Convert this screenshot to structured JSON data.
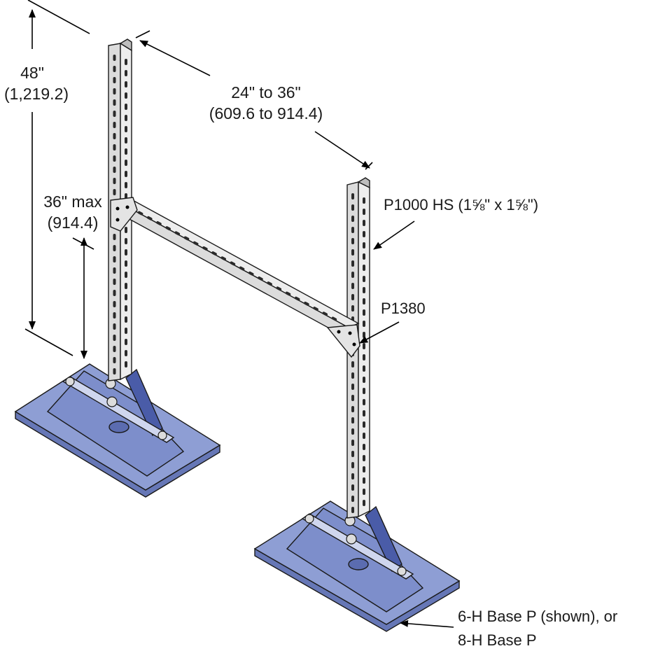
{
  "dimensions": {
    "height_total": {
      "imperial": "48\"",
      "metric": "(1,219.2)"
    },
    "crossbar_max": {
      "imperial": "36\" max",
      "metric": "(914.4)"
    },
    "width_range": {
      "imperial": "24\" to 36\"",
      "metric": "(609.6 to 914.4)"
    }
  },
  "callouts": {
    "channel": "P1000 HS (1⅝\" x 1⅝\")",
    "bracket": "P1380",
    "base_line1": "6-H Base P (shown), or",
    "base_line2": "8-H Base P"
  },
  "colors": {
    "steel": "#dcdcdc",
    "steel_dark": "#a9a9a9",
    "base_top": "#8e9ed4",
    "base_side": "#6677b6",
    "gusset": "#4a5ca8",
    "ink": "#000000"
  }
}
